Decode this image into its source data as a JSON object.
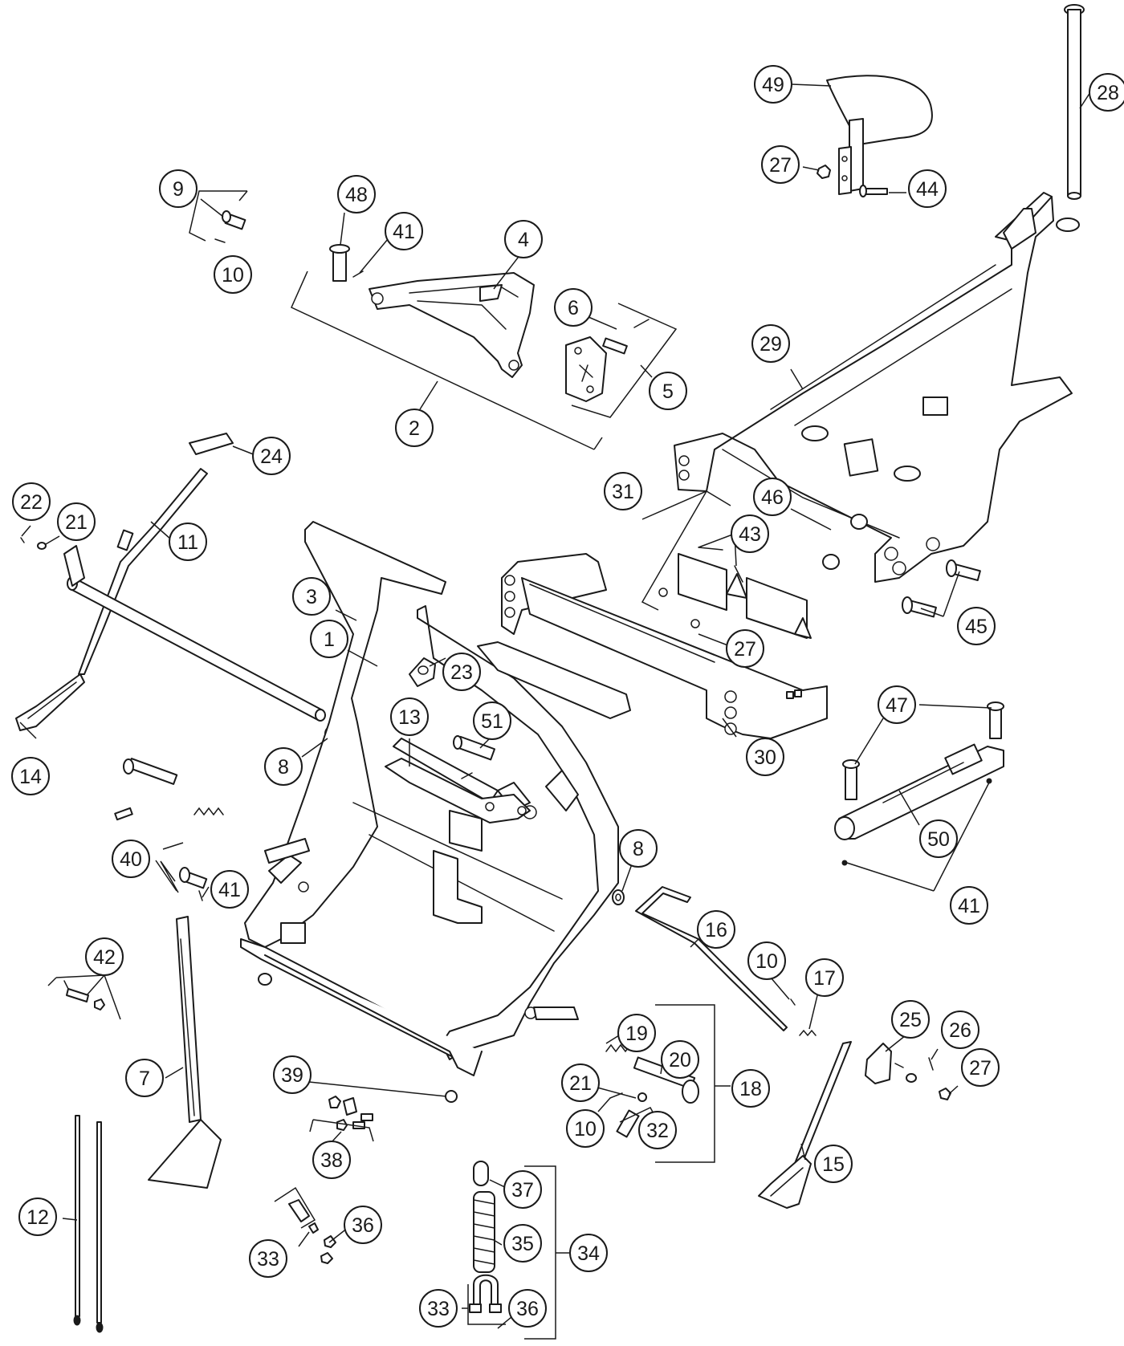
{
  "callouts": [
    {
      "id": "c49",
      "label": "49"
    },
    {
      "id": "c28",
      "label": "28"
    },
    {
      "id": "c27a",
      "label": "27"
    },
    {
      "id": "c44",
      "label": "44"
    },
    {
      "id": "c9",
      "label": "9"
    },
    {
      "id": "c10a",
      "label": "10"
    },
    {
      "id": "c48",
      "label": "48"
    },
    {
      "id": "c41a",
      "label": "41"
    },
    {
      "id": "c4",
      "label": "4"
    },
    {
      "id": "c6",
      "label": "6"
    },
    {
      "id": "c5",
      "label": "5"
    },
    {
      "id": "c2",
      "label": "2"
    },
    {
      "id": "c29",
      "label": "29"
    },
    {
      "id": "c24",
      "label": "24"
    },
    {
      "id": "c22",
      "label": "22"
    },
    {
      "id": "c21a",
      "label": "21"
    },
    {
      "id": "c11",
      "label": "11"
    },
    {
      "id": "c31",
      "label": "31"
    },
    {
      "id": "c46",
      "label": "46"
    },
    {
      "id": "c43",
      "label": "43"
    },
    {
      "id": "c3",
      "label": "3"
    },
    {
      "id": "c1",
      "label": "1"
    },
    {
      "id": "c23",
      "label": "23"
    },
    {
      "id": "c27b",
      "label": "27"
    },
    {
      "id": "c45",
      "label": "45"
    },
    {
      "id": "c13",
      "label": "13"
    },
    {
      "id": "c51",
      "label": "51"
    },
    {
      "id": "c47",
      "label": "47"
    },
    {
      "id": "c8a",
      "label": "8"
    },
    {
      "id": "c30",
      "label": "30"
    },
    {
      "id": "c14",
      "label": "14"
    },
    {
      "id": "c50",
      "label": "50"
    },
    {
      "id": "c40",
      "label": "40"
    },
    {
      "id": "c41b",
      "label": "41"
    },
    {
      "id": "c8b",
      "label": "8"
    },
    {
      "id": "c41c",
      "label": "41"
    },
    {
      "id": "c16",
      "label": "16"
    },
    {
      "id": "c42",
      "label": "42"
    },
    {
      "id": "c10b",
      "label": "10"
    },
    {
      "id": "c17",
      "label": "17"
    },
    {
      "id": "c25",
      "label": "25"
    },
    {
      "id": "c26",
      "label": "26"
    },
    {
      "id": "c19",
      "label": "19"
    },
    {
      "id": "c20",
      "label": "20"
    },
    {
      "id": "c27c",
      "label": "27"
    },
    {
      "id": "c7",
      "label": "7"
    },
    {
      "id": "c39",
      "label": "39"
    },
    {
      "id": "c21b",
      "label": "21"
    },
    {
      "id": "c18",
      "label": "18"
    },
    {
      "id": "c10c",
      "label": "10"
    },
    {
      "id": "c32",
      "label": "32"
    },
    {
      "id": "c38",
      "label": "38"
    },
    {
      "id": "c15",
      "label": "15"
    },
    {
      "id": "c37",
      "label": "37"
    },
    {
      "id": "c12",
      "label": "12"
    },
    {
      "id": "c36a",
      "label": "36"
    },
    {
      "id": "c35",
      "label": "35"
    },
    {
      "id": "c34",
      "label": "34"
    },
    {
      "id": "c33a",
      "label": "33"
    },
    {
      "id": "c33b",
      "label": "33"
    },
    {
      "id": "c36b",
      "label": "36"
    }
  ]
}
